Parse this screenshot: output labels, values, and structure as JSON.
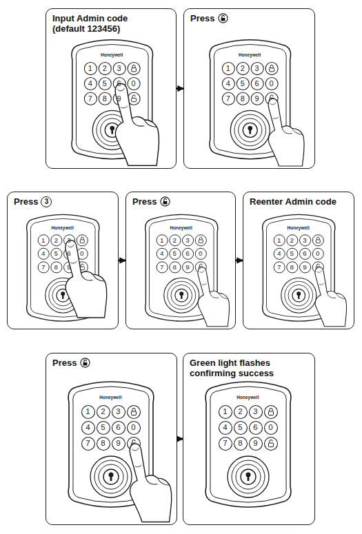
{
  "diagram": {
    "nodes": [
      {
        "text": [
          "Input Admin code (default 123456)"
        ]
      },
      {
        "text": [
          "Press"
        ]
      },
      {
        "text": [
          "Press",
          "3"
        ]
      },
      {
        "text": [
          "Press"
        ]
      },
      {
        "text": [
          "Reenter Admin code"
        ]
      },
      {
        "text": [
          "Press"
        ]
      },
      {
        "text": [
          "Green light flashes confirming success"
        ]
      }
    ],
    "edges": [
      {
        "from": 0,
        "to": 1,
        "arrow": "to"
      },
      {
        "from": 2,
        "to": 3,
        "arrow": "to"
      },
      {
        "from": 3,
        "to": 4,
        "arrow": "to"
      },
      {
        "from": 5,
        "to": 6,
        "arrow": "to"
      }
    ],
    "labels": [
      "Honeywell",
      "1",
      "2",
      "3",
      "4",
      "5",
      "6",
      "0",
      "7",
      "8",
      "9",
      "Honeywell",
      "1",
      "2",
      "3",
      "4",
      "5",
      "6",
      "0",
      "7",
      "8",
      "9",
      "Honeywell",
      "1",
      "2",
      "3",
      "4",
      "5",
      "6",
      "0",
      "7",
      "8",
      "9",
      "Honeywell",
      "1",
      "2",
      "3",
      "4",
      "5",
      "6",
      "0",
      "7",
      "8",
      "9",
      "Honeywell",
      "1",
      "2",
      "3",
      "4",
      "5",
      "6",
      "0",
      "7",
      "8",
      "9",
      "Honeywell",
      "1",
      "2",
      "3",
      "4",
      "5",
      "6",
      "0",
      "7",
      "8",
      "9",
      "Honeywell",
      "1",
      "2",
      "3",
      "4",
      "5",
      "6",
      "0",
      "7",
      "8",
      "9"
    ]
  }
}
